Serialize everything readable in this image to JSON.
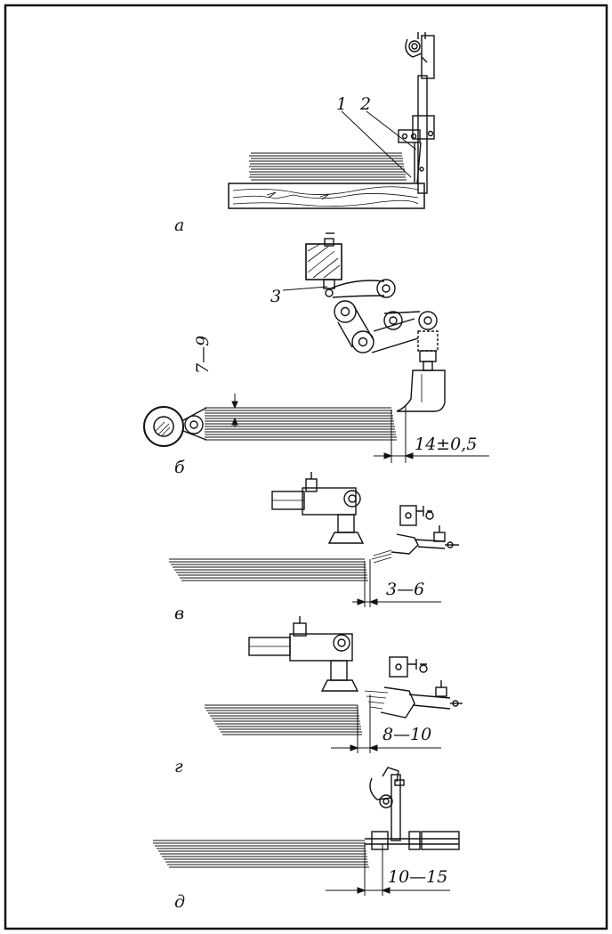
{
  "figure": {
    "panels": [
      {
        "id": "a",
        "label": "а",
        "callouts": [
          "1",
          "2"
        ]
      },
      {
        "id": "b",
        "label": "б",
        "callouts": [
          "3"
        ],
        "dimensions": [
          "7—9",
          "14±0,5"
        ]
      },
      {
        "id": "v",
        "label": "в",
        "dimensions": [
          "3—6"
        ]
      },
      {
        "id": "g",
        "label": "г",
        "dimensions": [
          "8—10"
        ]
      },
      {
        "id": "d",
        "label": "д",
        "dimensions": [
          "10—15"
        ]
      }
    ]
  }
}
